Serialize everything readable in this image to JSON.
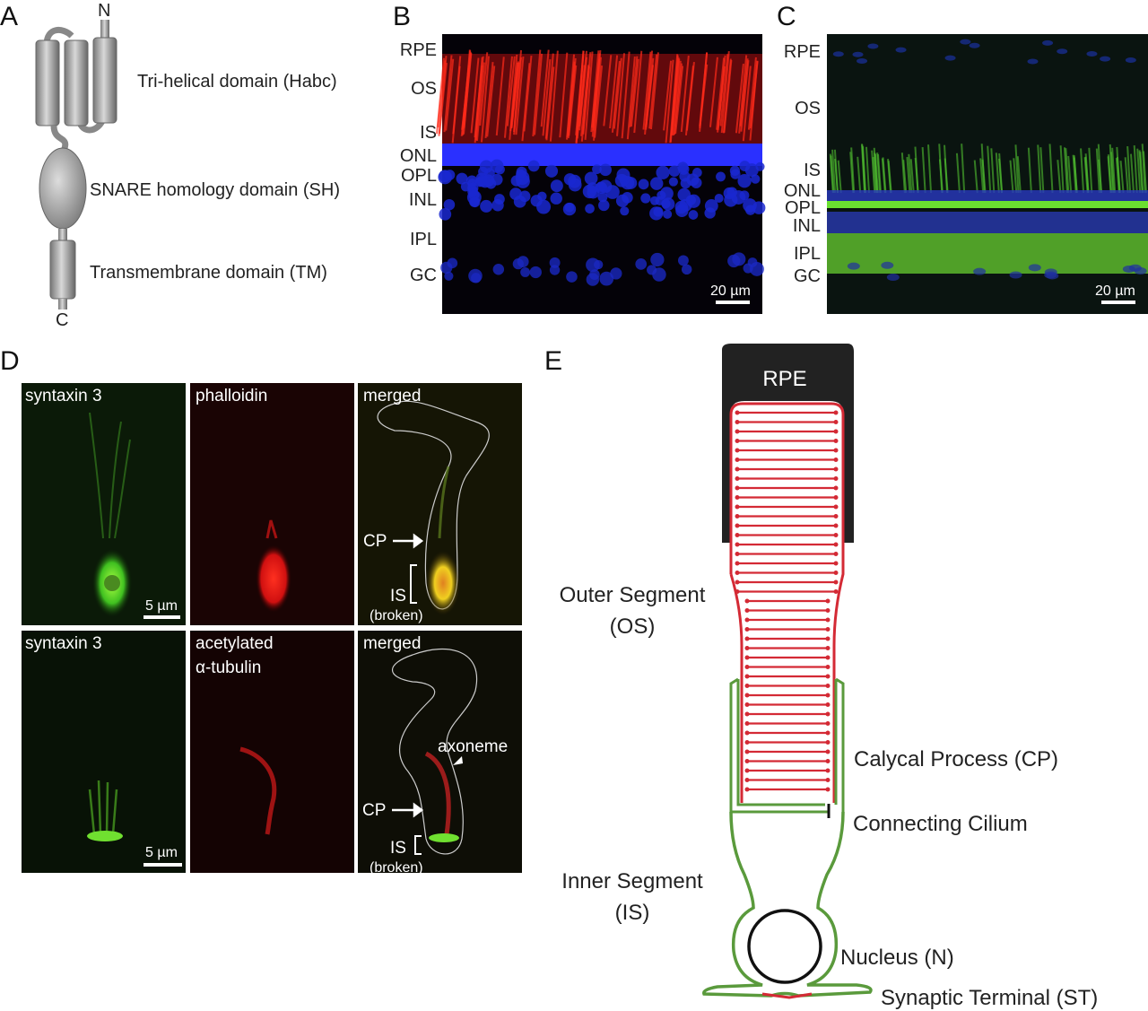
{
  "panels": {
    "A": {
      "letter": "A",
      "n_term": "N",
      "c_term": "C",
      "domains": [
        "Tri-helical domain (Habc)",
        "SNARE homology domain (SH)",
        "Transmembrane domain (TM)"
      ]
    },
    "B": {
      "letter": "B",
      "layers": [
        "RPE",
        "OS",
        "IS",
        "ONL",
        "OPL",
        "INL",
        "IPL",
        "GC"
      ],
      "scale": "20 µm"
    },
    "C": {
      "letter": "C",
      "layers": [
        "RPE",
        "OS",
        "IS",
        "ONL",
        "OPL",
        "INL",
        "IPL",
        "GC"
      ],
      "scale": "20 µm"
    },
    "D": {
      "letter": "D",
      "top": {
        "c1": "syntaxin 3",
        "c2": "phalloidin",
        "c3": "merged",
        "scale": "5 µm",
        "cp": "CP",
        "is": "IS",
        "broken": "(broken)"
      },
      "bottom": {
        "c1": "syntaxin 3",
        "c2a": "acetylated",
        "c2b": "α-tubulin",
        "c3": "merged",
        "scale": "5 µm",
        "axoneme": "axoneme",
        "cp": "CP",
        "is": "IS",
        "broken": "(broken)"
      }
    },
    "E": {
      "letter": "E",
      "rpe": "RPE",
      "os1": "Outer Segment",
      "os2": "(OS)",
      "cp": "Calycal Process (CP)",
      "cc": "Connecting Cilium",
      "is1": "Inner Segment",
      "is2": "(IS)",
      "nucleus": "Nucleus (N)",
      "st": "Synaptic Terminal (ST)"
    }
  },
  "colors": {
    "red": "#d42a35",
    "green": "#5a9a3c",
    "blue": "#2030d0"
  }
}
